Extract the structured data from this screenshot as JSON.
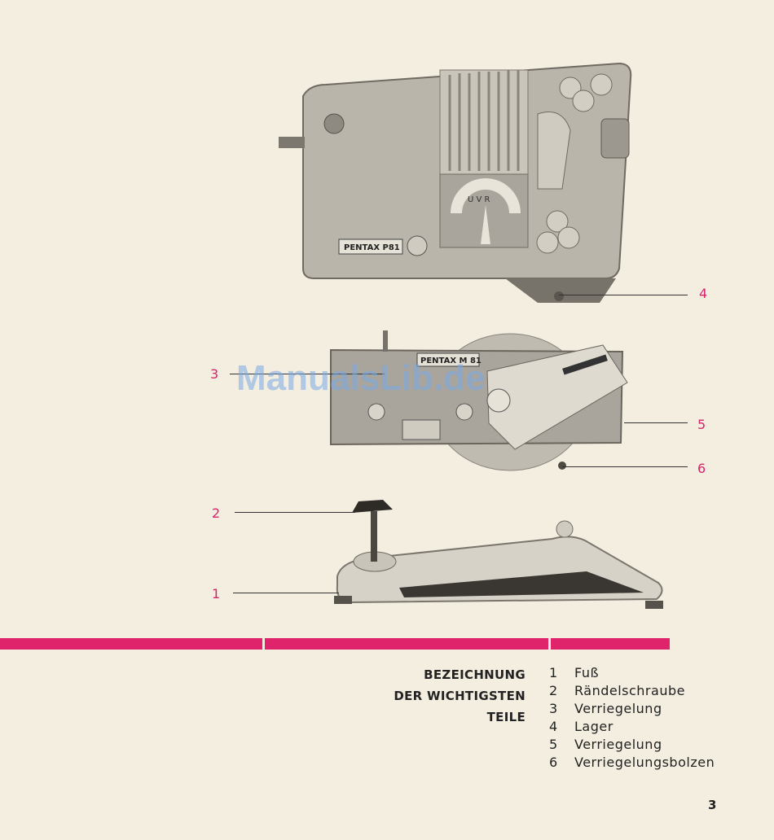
{
  "callouts": [
    {
      "number": "4"
    },
    {
      "number": "3"
    },
    {
      "number": "5"
    },
    {
      "number": "6"
    },
    {
      "number": "2"
    },
    {
      "number": "1"
    }
  ],
  "labels": {
    "projector_top_brand": "PENTAX P81",
    "projector_side_brand": "PENTAX M 81",
    "dial_letters": "U  V  R"
  },
  "watermark": "ManualsLib.de",
  "caption": {
    "line1": "BEZEICHNUNG",
    "line2": "DER WICHTIGSTEN",
    "line3": "TEILE"
  },
  "parts": [
    {
      "num": "1",
      "name": "Fuß"
    },
    {
      "num": "2",
      "name": "Rändelschraube"
    },
    {
      "num": "3",
      "name": "Verriegelung"
    },
    {
      "num": "4",
      "name": "Lager"
    },
    {
      "num": "5",
      "name": "Verriegelung"
    },
    {
      "num": "6",
      "name": "Verriegelungsbolzen"
    }
  ],
  "page_number": "3",
  "colors": {
    "accent": "#e0246b",
    "paper": "#f3eee0"
  }
}
